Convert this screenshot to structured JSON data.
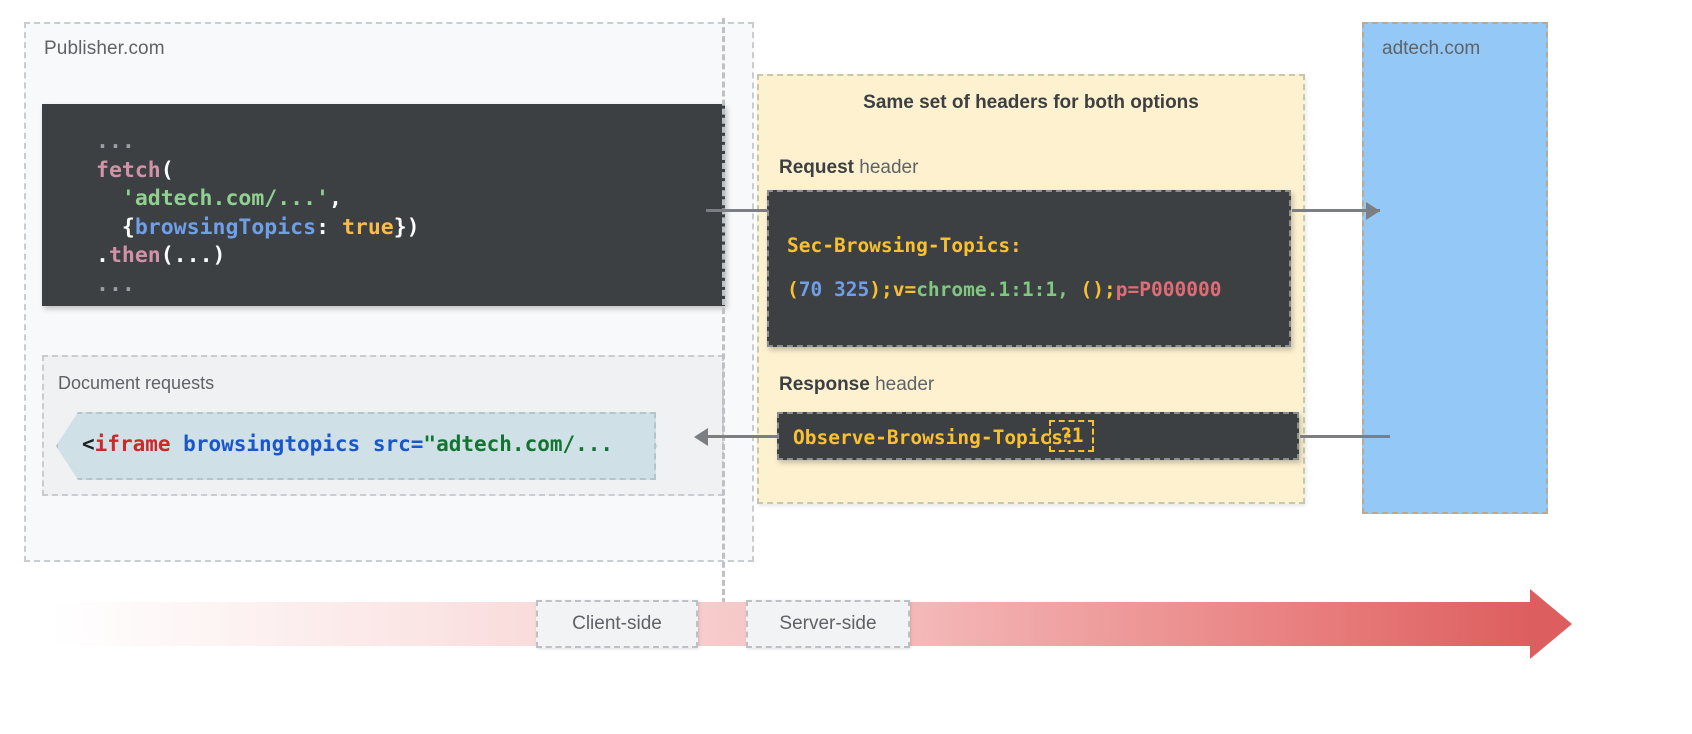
{
  "publisher": {
    "label": "Publisher.com",
    "fetch_code": {
      "line1_dots": "...",
      "fn_name": "fetch",
      "open_paren": "(",
      "url_string": "'adtech.com/...'",
      "comma": ",",
      "obj_open": "{",
      "prop_name": "browsingTopics",
      "colon": ": ",
      "bool_value": "true",
      "obj_close": "})",
      "then_dot": ".",
      "then_name": "then",
      "then_args": "(...)",
      "line_last_dots": "..."
    },
    "document_requests": {
      "label": "Document requests",
      "iframe_code": {
        "lt": "<",
        "tag": "iframe",
        "space1": " ",
        "attr1": "browsingtopics",
        "space2": " ",
        "attr2": "src=",
        "value": "\"adtech.com/..."
      }
    }
  },
  "headers_panel": {
    "title": "Same set of headers for both options",
    "request_label_bold": "Request",
    "request_label_rest": " header",
    "response_label_bold": "Response",
    "response_label_rest": " header",
    "request_header": {
      "name": "Sec-Browsing-Topics:",
      "value_parts": {
        "open_paren": "(",
        "topic_ids": "70 325",
        "close_paren": ")",
        "semi1": ";",
        "version_key": "v=",
        "version_value": "chrome.1:1:1,",
        "empty_parens": " ()",
        "semi2": ";",
        "p_value": "p=P000000"
      },
      "value_full": "(70 325);v=chrome.1:1:1, ();p=P000000"
    },
    "response_header": {
      "name": "Observe-Browsing-Topics:",
      "value": "?1"
    }
  },
  "adtech": {
    "label": "adtech.com"
  },
  "timeline": {
    "client_side": "Client-side",
    "server_side": "Server-side"
  },
  "colors": {
    "publisher_bg": "#f8f9fa",
    "headers_bg": "#fdf1cf",
    "adtech_bg": "#94c9f7",
    "code_bg": "#3c4043",
    "header_name_yellow": "#fbc02d",
    "iframe_chip_bg": "#cfe1e6",
    "timeline_end": "#dd5e5e"
  }
}
